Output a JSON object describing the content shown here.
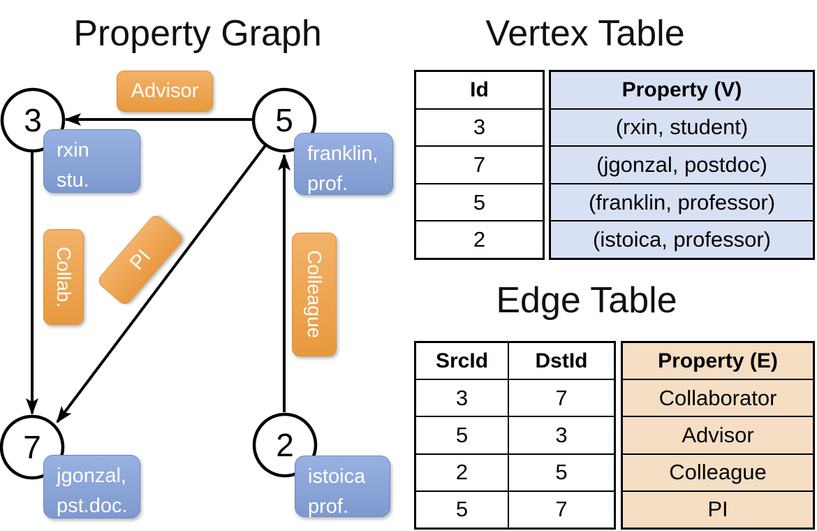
{
  "graph": {
    "title": "Property Graph",
    "nodes": [
      {
        "id": "3",
        "label_lines": [
          "rxin",
          "stu."
        ]
      },
      {
        "id": "5",
        "label_lines": [
          "franklin,",
          "prof."
        ]
      },
      {
        "id": "7",
        "label_lines": [
          "jgonzal,",
          "pst.doc."
        ]
      },
      {
        "id": "2",
        "label_lines": [
          "istoica",
          "prof."
        ]
      }
    ],
    "edge_labels": {
      "advisor": "Advisor",
      "collab": "Collab.",
      "pi": "PI",
      "colleague": "Colleague"
    }
  },
  "vertex_table": {
    "title": "Vertex Table",
    "columns": [
      "Id",
      "Property (V)"
    ],
    "rows": [
      [
        "3",
        "(rxin, student)"
      ],
      [
        "7",
        "(jgonzal, postdoc)"
      ],
      [
        "5",
        "(franklin, professor)"
      ],
      [
        "2",
        "(istoica, professor)"
      ]
    ]
  },
  "edge_table": {
    "title": "Edge Table",
    "columns": [
      "SrcId",
      "DstId",
      "Property (E)"
    ],
    "rows": [
      [
        "3",
        "7",
        "Collaborator"
      ],
      [
        "5",
        "3",
        "Advisor"
      ],
      [
        "2",
        "5",
        "Colleague"
      ],
      [
        "5",
        "7",
        "PI"
      ]
    ]
  },
  "colors": {
    "edge_label_fill": "#EFA855",
    "node_label_fill": "#84A0D8",
    "vertex_property_cell": "#D8E1F4",
    "edge_property_cell": "#F5DEC3",
    "line": "#000000"
  }
}
